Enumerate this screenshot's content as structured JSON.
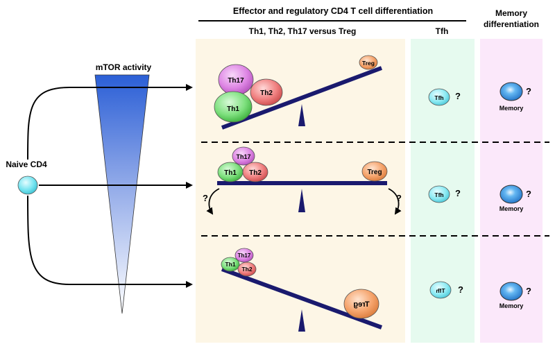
{
  "header": {
    "main_title": "Effector and regulatory CD4 T cell differentiation",
    "col_effector": "Th1, Th2, Th17 versus Treg",
    "col_tfh": "Tfh",
    "col_memory_line1": "Memory",
    "col_memory_line2": "differentiation"
  },
  "labels": {
    "mtor": "mTOR activity",
    "naive": "Naive CD4",
    "question": "?"
  },
  "cells": {
    "th1": "Th1",
    "th2": "Th2",
    "th17": "Th17",
    "treg": "Treg",
    "treg_mirrored": "Treg",
    "tfh": "Tfh",
    "tfh_mirrored": "Tfh",
    "memory": "Memory"
  },
  "colors": {
    "effector_panel": "#FDF6E6",
    "tfh_panel": "#E6FAEF",
    "memory_panel": "#FBE8FA",
    "beam": "#1A1A6E",
    "th1": "#5CD65C",
    "th2": "#EE6B6B",
    "th17": "#D86BE0",
    "treg": "#F59A5C",
    "tfh": "#6EE3F0",
    "memory": "#3B9BE8",
    "naive": "#5FE3F0",
    "mtor_top": "#2B5FD6"
  }
}
